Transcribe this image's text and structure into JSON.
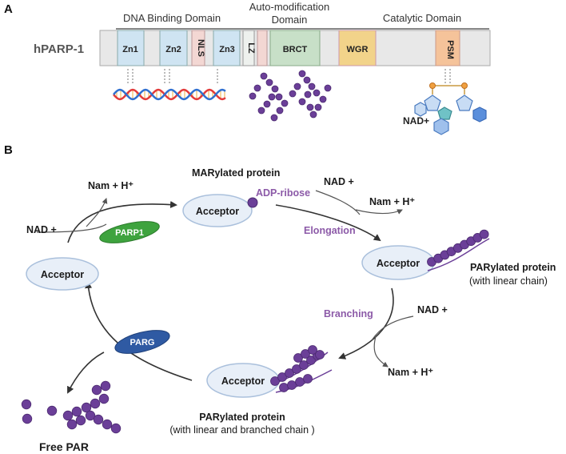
{
  "panel_a": {
    "label": "A",
    "protein_name": "hPARP-1",
    "headers": {
      "dna_binding": "DNA Binding Domain",
      "auto_mod_line1": "Auto-modification",
      "auto_mod_line2": "Domain",
      "catalytic": "Catalytic Domain"
    },
    "domains": {
      "zn1": "Zn1",
      "zn2": "Zn2",
      "nls": "NLS",
      "zn3": "Zn3",
      "lz": "LZ",
      "brct": "BRCT",
      "wgr": "WGR",
      "psm": "PSM"
    },
    "nad_label": "NAD+"
  },
  "panel_b": {
    "label": "B",
    "nam_top": "Nam + H⁺",
    "nad_left": "NAD +",
    "parp1": "PARP1",
    "acceptor_left": "Acceptor",
    "marylated": "MARylated protein",
    "adp_ribose": "ADP-ribose",
    "acceptor_top": "Acceptor",
    "nad_top_right": "NAD +",
    "nam_top_right": "Nam + H⁺",
    "elongation": "Elongation",
    "acceptor_right": "Acceptor",
    "parylated_linear_1": "PARylated protein",
    "parylated_linear_2": "(with linear chain)",
    "branching": "Branching",
    "nad_mid_right": "NAD +",
    "nam_bottom_right": "Nam + H⁺",
    "parg": "PARG",
    "acceptor_bottom": "Acceptor",
    "parylated_branched_1": "PARylated protein",
    "parylated_branched_2": "(with linear and branched chain )",
    "free_par": "Free PAR"
  },
  "colors": {
    "bead": "#6b3f98",
    "acceptor_fill": "#e8eff8",
    "parp1": "#3ea33e",
    "parg": "#2f5aa3",
    "label_purple": "#8c5aa8"
  }
}
